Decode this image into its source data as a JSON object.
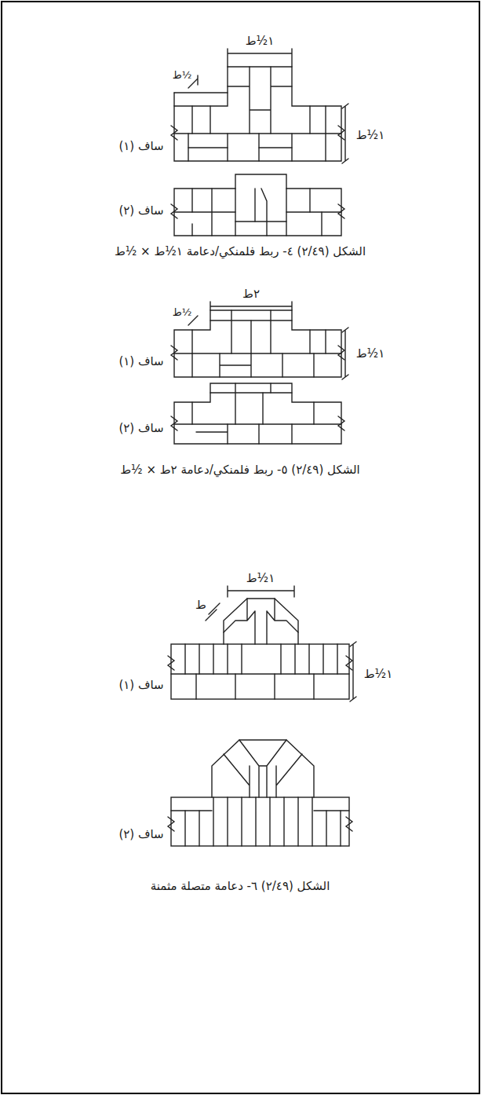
{
  "diagram": {
    "labels": [
      "١½ط",
      "½ط",
      "ساف (١)",
      "١½ط",
      "ساف (٢)",
      "الشكل (٢/٤٩) ٤- ربط فلمنكي/دعامة ١½ط × ½ط",
      "٢ط",
      "½ط",
      "ساف (١)",
      "١½ط",
      "ساف (٢)",
      "الشكل (٢/٤٩) ٥- ربط فلمنكي/دعامة ٢ط × ½ط",
      "١½ط",
      "ط",
      "١½ط",
      "ساف (١)",
      "ساف (٢)",
      "الشكل (٢/٤٩) ٦- دعامة متصلة مثمنة"
    ]
  }
}
